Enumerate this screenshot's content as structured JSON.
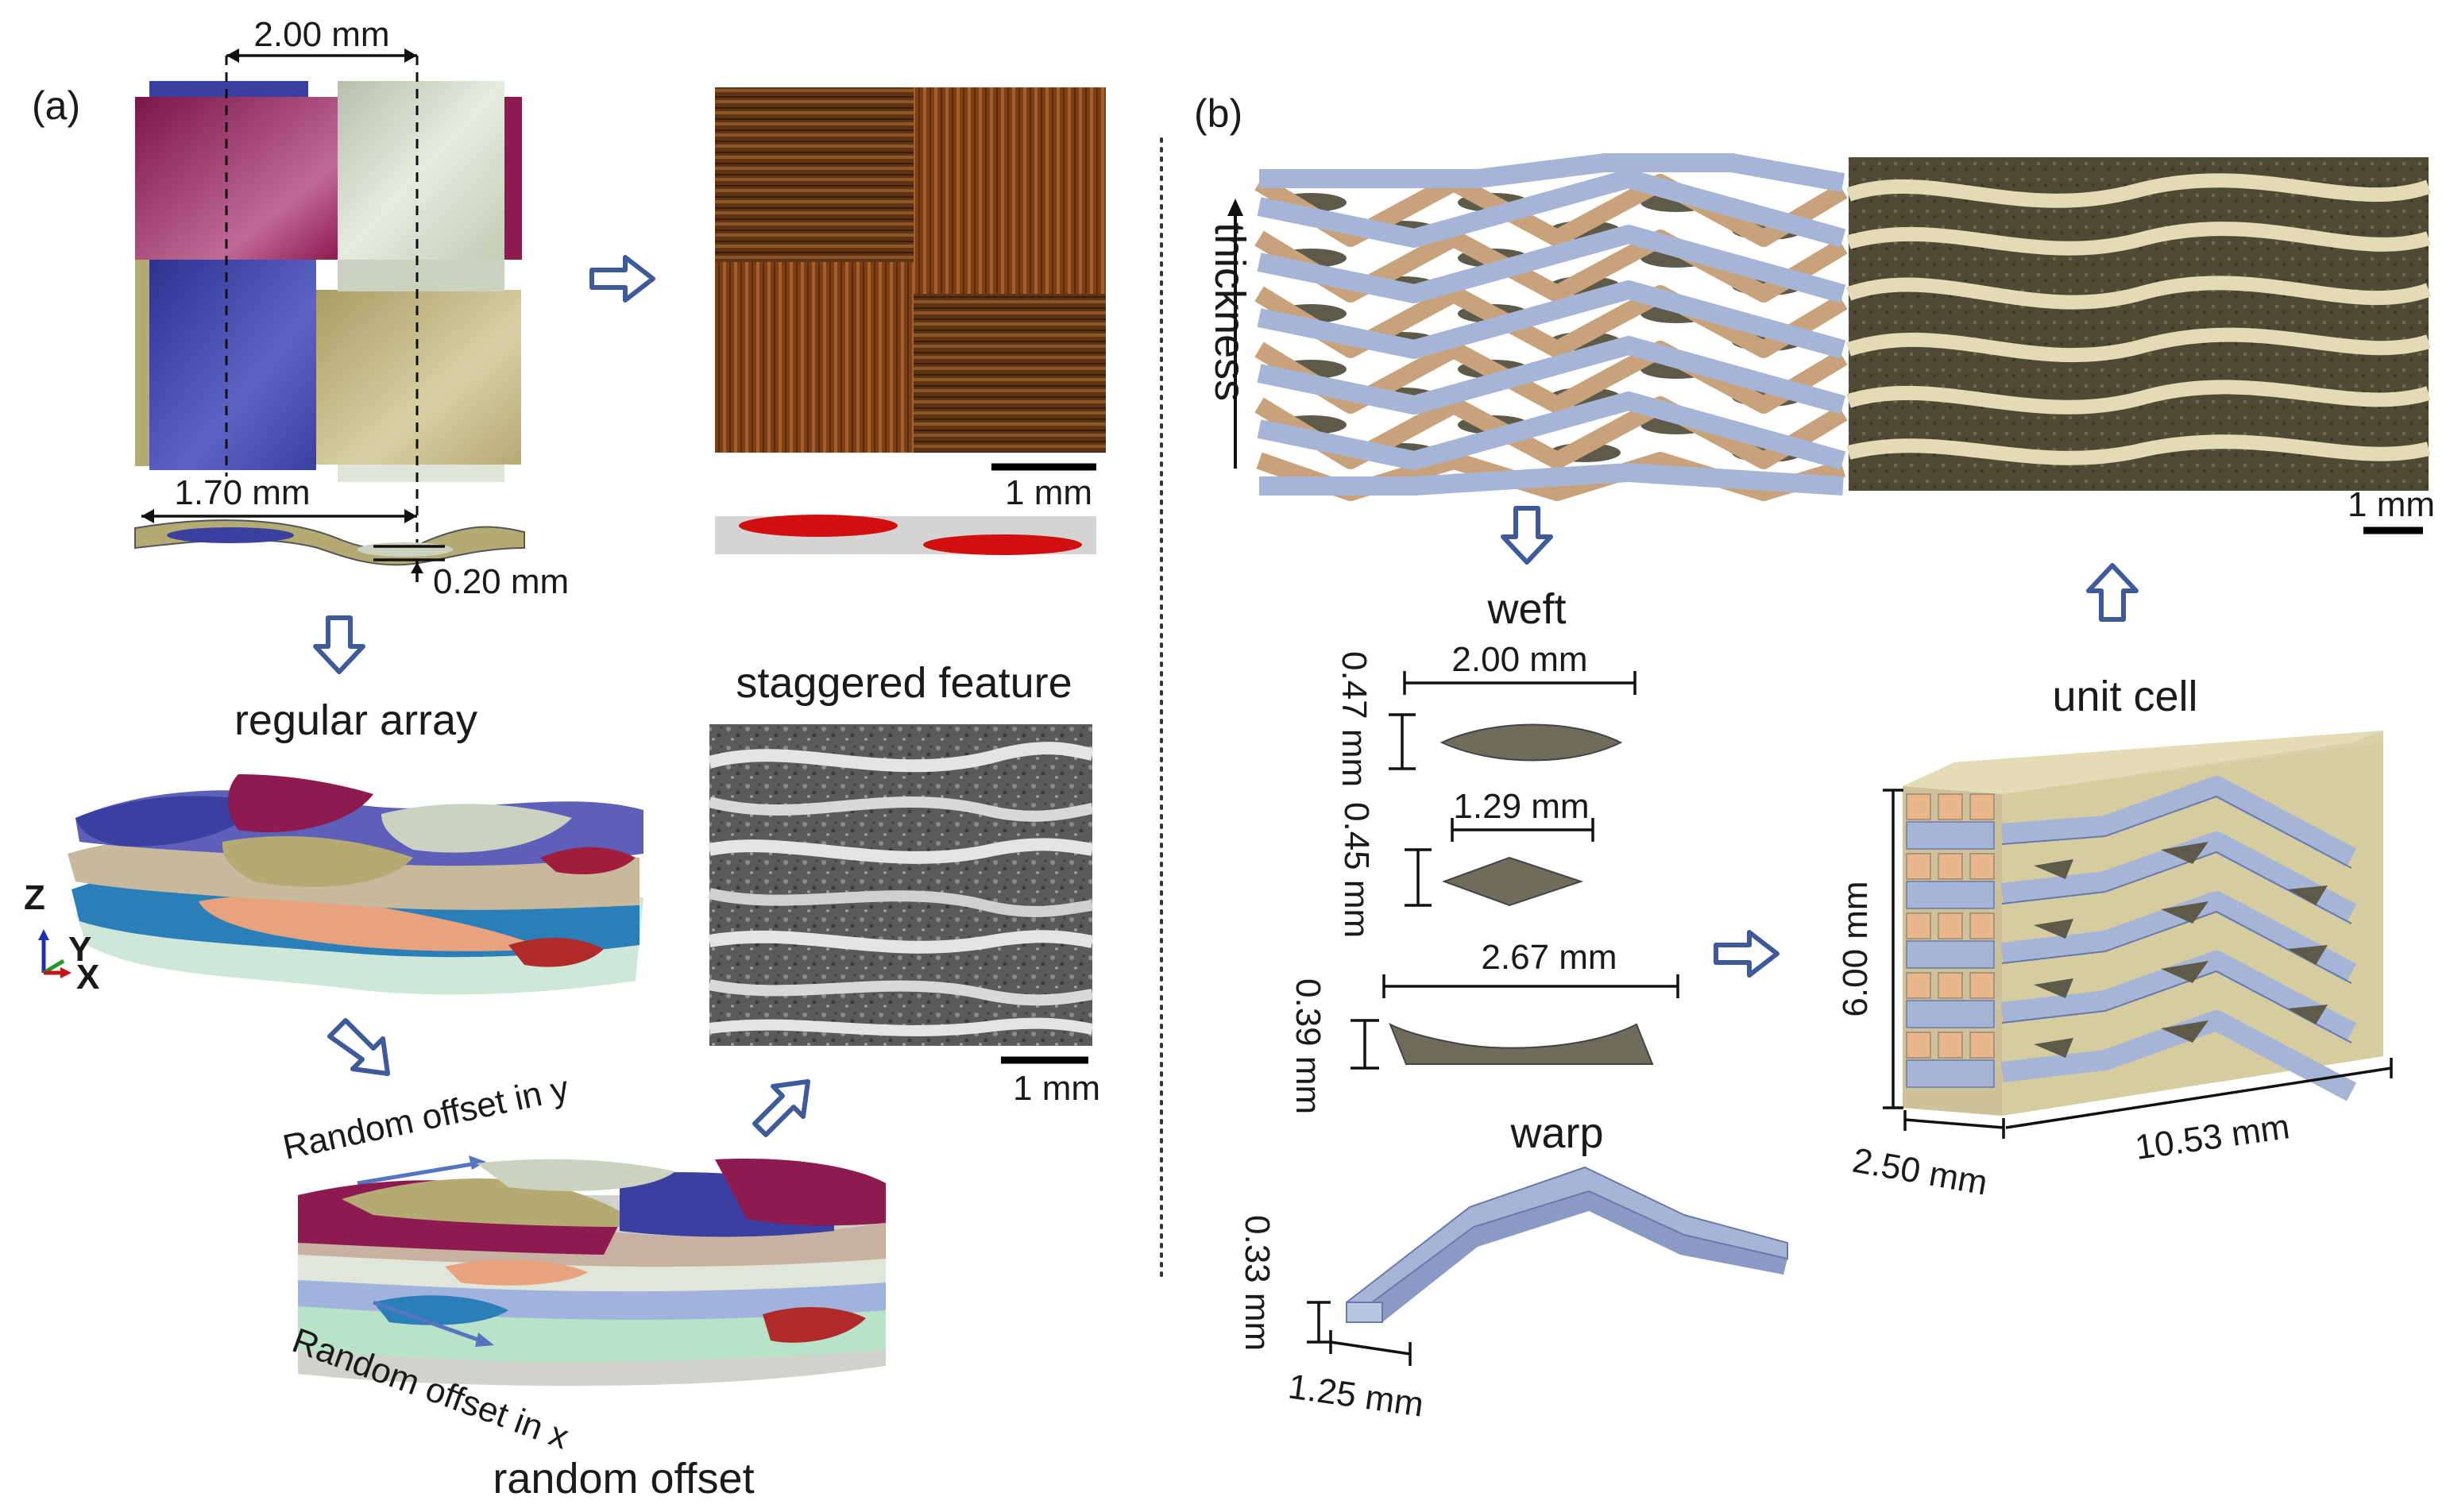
{
  "panels": {
    "a": "(a)",
    "b": "(b)"
  },
  "panel_a": {
    "dim_top": "2.00 mm",
    "dim_width": "1.70 mm",
    "dim_thickness": "0.20 mm",
    "scale_1": "1 mm",
    "scale_2": "1 mm",
    "label_regular_array": "regular array",
    "label_staggered": "staggered feature",
    "label_random_y": "Random offset in y",
    "label_random_x": "Random offset in x",
    "label_random_offset": "random offset",
    "axes": {
      "z": "Z",
      "y": "Y",
      "x": "X"
    }
  },
  "panel_b": {
    "label_thickness": "thickness",
    "scale_b": "1 mm",
    "label_weft": "weft",
    "weft_dims": [
      {
        "width": "2.00 mm",
        "height": "0.47 mm"
      },
      {
        "width": "1.29 mm",
        "height": "0.45 mm"
      },
      {
        "width": "2.67 mm",
        "height": "0.39 mm"
      }
    ],
    "label_warp": "warp",
    "warp_dims": {
      "height": "0.33 mm",
      "width": "1.25 mm"
    },
    "label_unit_cell": "unit cell",
    "cell_dims": {
      "height": "6.00 mm",
      "depth": "2.50 mm",
      "length": "10.53 mm"
    }
  },
  "colors": {
    "magenta": "#8e1b4f",
    "navy": "#3a3fa0",
    "sage": "#cbd3c0",
    "khaki": "#b4aa73",
    "warp": "#a6b5d6",
    "weft": "#c8a27a",
    "arrow": "#3e5a9a",
    "copper": "#8a4a1c"
  }
}
